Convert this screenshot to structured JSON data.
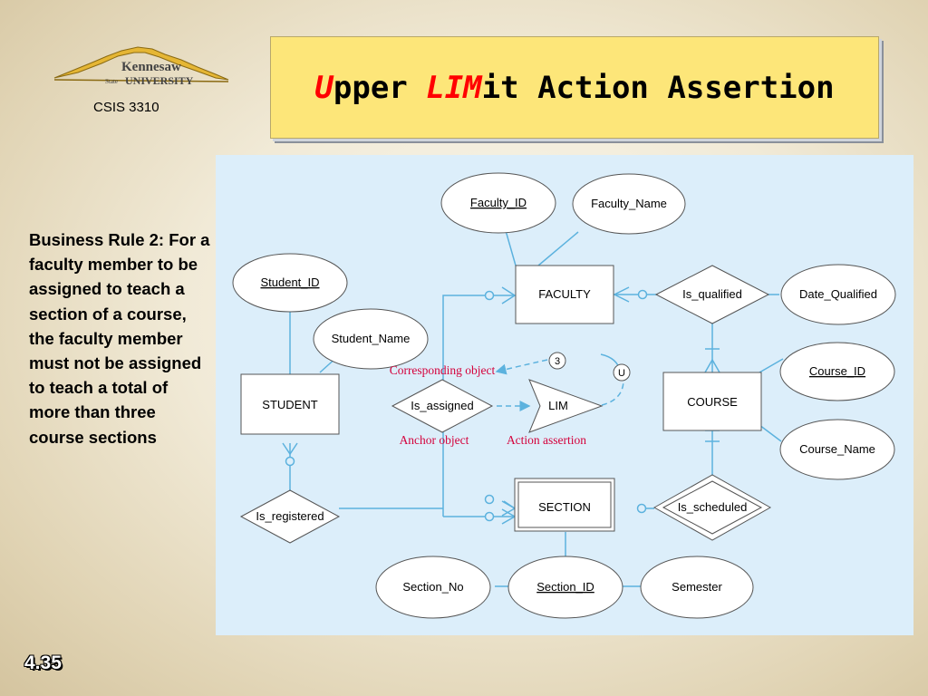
{
  "logo": {
    "line1": "Kennesaw",
    "line2_state": "State",
    "line2_univ": "UNIVERSITY"
  },
  "course_code": "CSIS 3310",
  "title": {
    "part1": "U",
    "part2": "pper ",
    "part3": "LIM",
    "part4": "it Action Assertion"
  },
  "business_rule": "Business Rule 2: For a faculty member to be assigned to teach a section of a course, the faculty member must not be assigned to teach a total of more than three course sections",
  "diagram": {
    "entities": {
      "faculty": "FACULTY",
      "student": "STUDENT",
      "course": "COURSE",
      "section": "SECTION"
    },
    "attributes": {
      "faculty_id": "Faculty_ID",
      "faculty_name": "Faculty_Name",
      "date_qualified": "Date_Qualified",
      "student_id": "Student_ID",
      "student_name": "Student_Name",
      "course_id": "Course_ID",
      "course_name": "Course_Name",
      "section_no": "Section_No",
      "section_id": "Section_ID",
      "semester": "Semester"
    },
    "relationships": {
      "is_qualified": "Is_qualified",
      "is_assigned": "Is_assigned",
      "is_registered": "Is_registered",
      "is_scheduled": "Is_scheduled"
    },
    "assertion": {
      "lim": "LIM",
      "limit_value": "3",
      "u_symbol": "U",
      "corresponding_object": "Corresponding object",
      "anchor_object": "Anchor object",
      "action_assertion": "Action assertion"
    },
    "colors": {
      "background": "#dceefa",
      "line": "#5cb2de",
      "annotation": "#d4003b"
    }
  },
  "slide_number": "4.35"
}
